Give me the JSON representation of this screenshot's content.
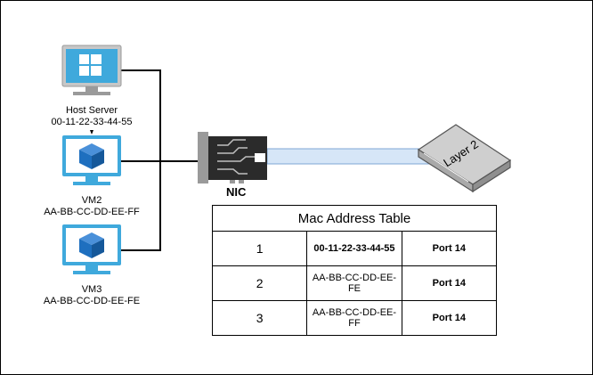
{
  "hosts": [
    {
      "name": "Host Server",
      "mac": "00-11-22-33-44-55",
      "icon": "windows-monitor-icon"
    },
    {
      "name": "VM2",
      "mac": "AA-BB-CC-DD-EE-FF",
      "icon": "vm-monitor-icon"
    },
    {
      "name": "VM3",
      "mac": "AA-BB-CC-DD-EE-FE",
      "icon": "vm-monitor-icon"
    }
  ],
  "nic": {
    "label": "NIC",
    "icon": "network-card-icon"
  },
  "switch": {
    "label": "Layer 2",
    "icon": "switch-icon"
  },
  "mac_table": {
    "title": "Mac Address Table",
    "rows": [
      {
        "index": "1",
        "mac": "00-11-22-33-44-55",
        "port": "Port 14"
      },
      {
        "index": "2",
        "mac": "AA-BB-CC-DD-EE-FE",
        "port": "Port 14"
      },
      {
        "index": "3",
        "mac": "AA-BB-CC-DD-EE-FF",
        "port": "Port 14"
      }
    ]
  },
  "colors": {
    "monitor": "#3fa9dc",
    "vm_cube": "#1e6fbf",
    "link": "#d6e6f7",
    "switch": "#c9c9c9"
  }
}
